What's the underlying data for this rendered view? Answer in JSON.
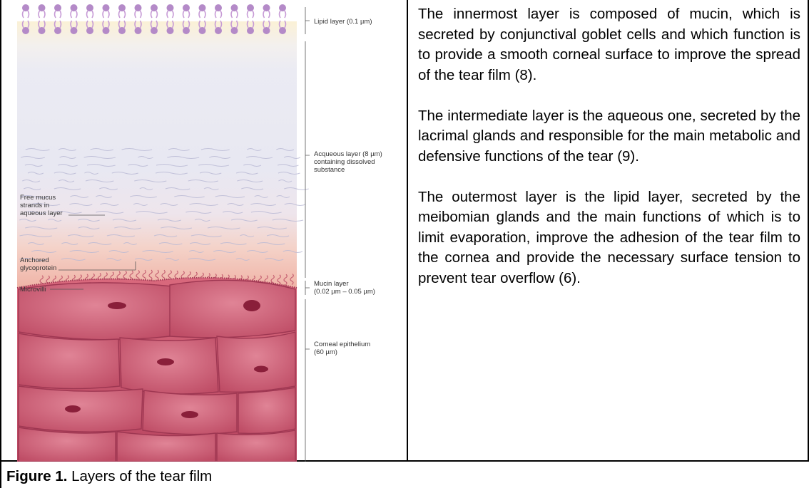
{
  "figure": {
    "labels": {
      "lipid": "Lipid layer (0.1 µm)",
      "aqueous": [
        "Acqueous layer (8 µm)",
        "containing dissolved",
        "substance"
      ],
      "free_mucus": [
        "Free mucus",
        "strands in",
        "aqueous layer"
      ],
      "anchored": [
        "Anchored",
        "glycoprotein"
      ],
      "microvilli": "Microvilli",
      "mucin": [
        "Mucin layer",
        "(0.02 µm – 0.05 µm)"
      ],
      "corneal": [
        "Corneal epithelium",
        "(60 µm)"
      ]
    },
    "colors": {
      "lipid_head": "#b48ac8",
      "lipid_tail": "#c79bd6",
      "aqueous": "#e8e8f2",
      "mucin_glow": "#f5c4b4",
      "epithelium": "#c9546a",
      "nucleus": "#8a1f3a"
    }
  },
  "paragraphs": [
    "The innermost layer is composed of mucin, which is secreted by conjunctival goblet cells and which function is to provide a smooth corneal surface to improve the spread of the tear film (8).",
    "The intermediate layer is the aqueous one, secreted by the lacrimal glands and responsible for the main metabolic and defensive functions of the tear (9).",
    "The outermost layer is the lipid layer, secreted by the meibomian glands and the main functions of which is to limit evaporation, improve the adhesion of the tear film to the cornea and provide the necessary surface tension to prevent tear overflow (6)."
  ],
  "caption": {
    "label": "Figure 1.",
    "text": " Layers of the tear film"
  }
}
